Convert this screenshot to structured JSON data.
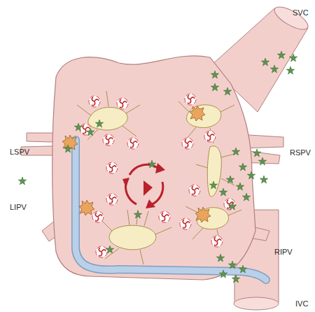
{
  "diagram": {
    "labels": [
      "SVC",
      "LSPV",
      "RSPV",
      "LIPV",
      "RIPV",
      "IVC"
    ]
  }
}
